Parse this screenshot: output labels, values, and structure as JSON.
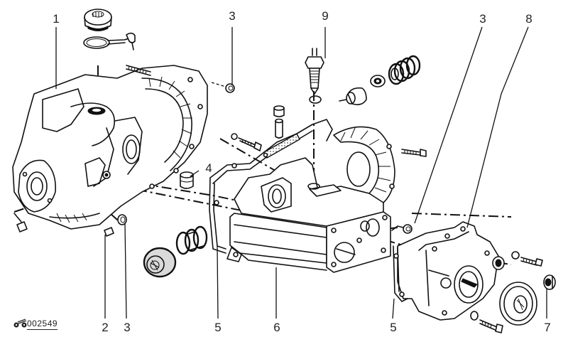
{
  "figure": {
    "code": "002549",
    "icon": "car-service-icon"
  },
  "callouts": [
    {
      "id": "c1",
      "label": "1"
    },
    {
      "id": "c3a",
      "label": "3"
    },
    {
      "id": "c9",
      "label": "9"
    },
    {
      "id": "c3b",
      "label": "3"
    },
    {
      "id": "c8",
      "label": "8"
    },
    {
      "id": "c4",
      "label": "4"
    },
    {
      "id": "c2",
      "label": "2"
    },
    {
      "id": "c3c",
      "label": "3"
    },
    {
      "id": "c5a",
      "label": "5"
    },
    {
      "id": "c6",
      "label": "6"
    },
    {
      "id": "c5b",
      "label": "5"
    },
    {
      "id": "c7",
      "label": "7"
    }
  ],
  "colors": {
    "ink": "#111111",
    "paper": "#ffffff"
  }
}
